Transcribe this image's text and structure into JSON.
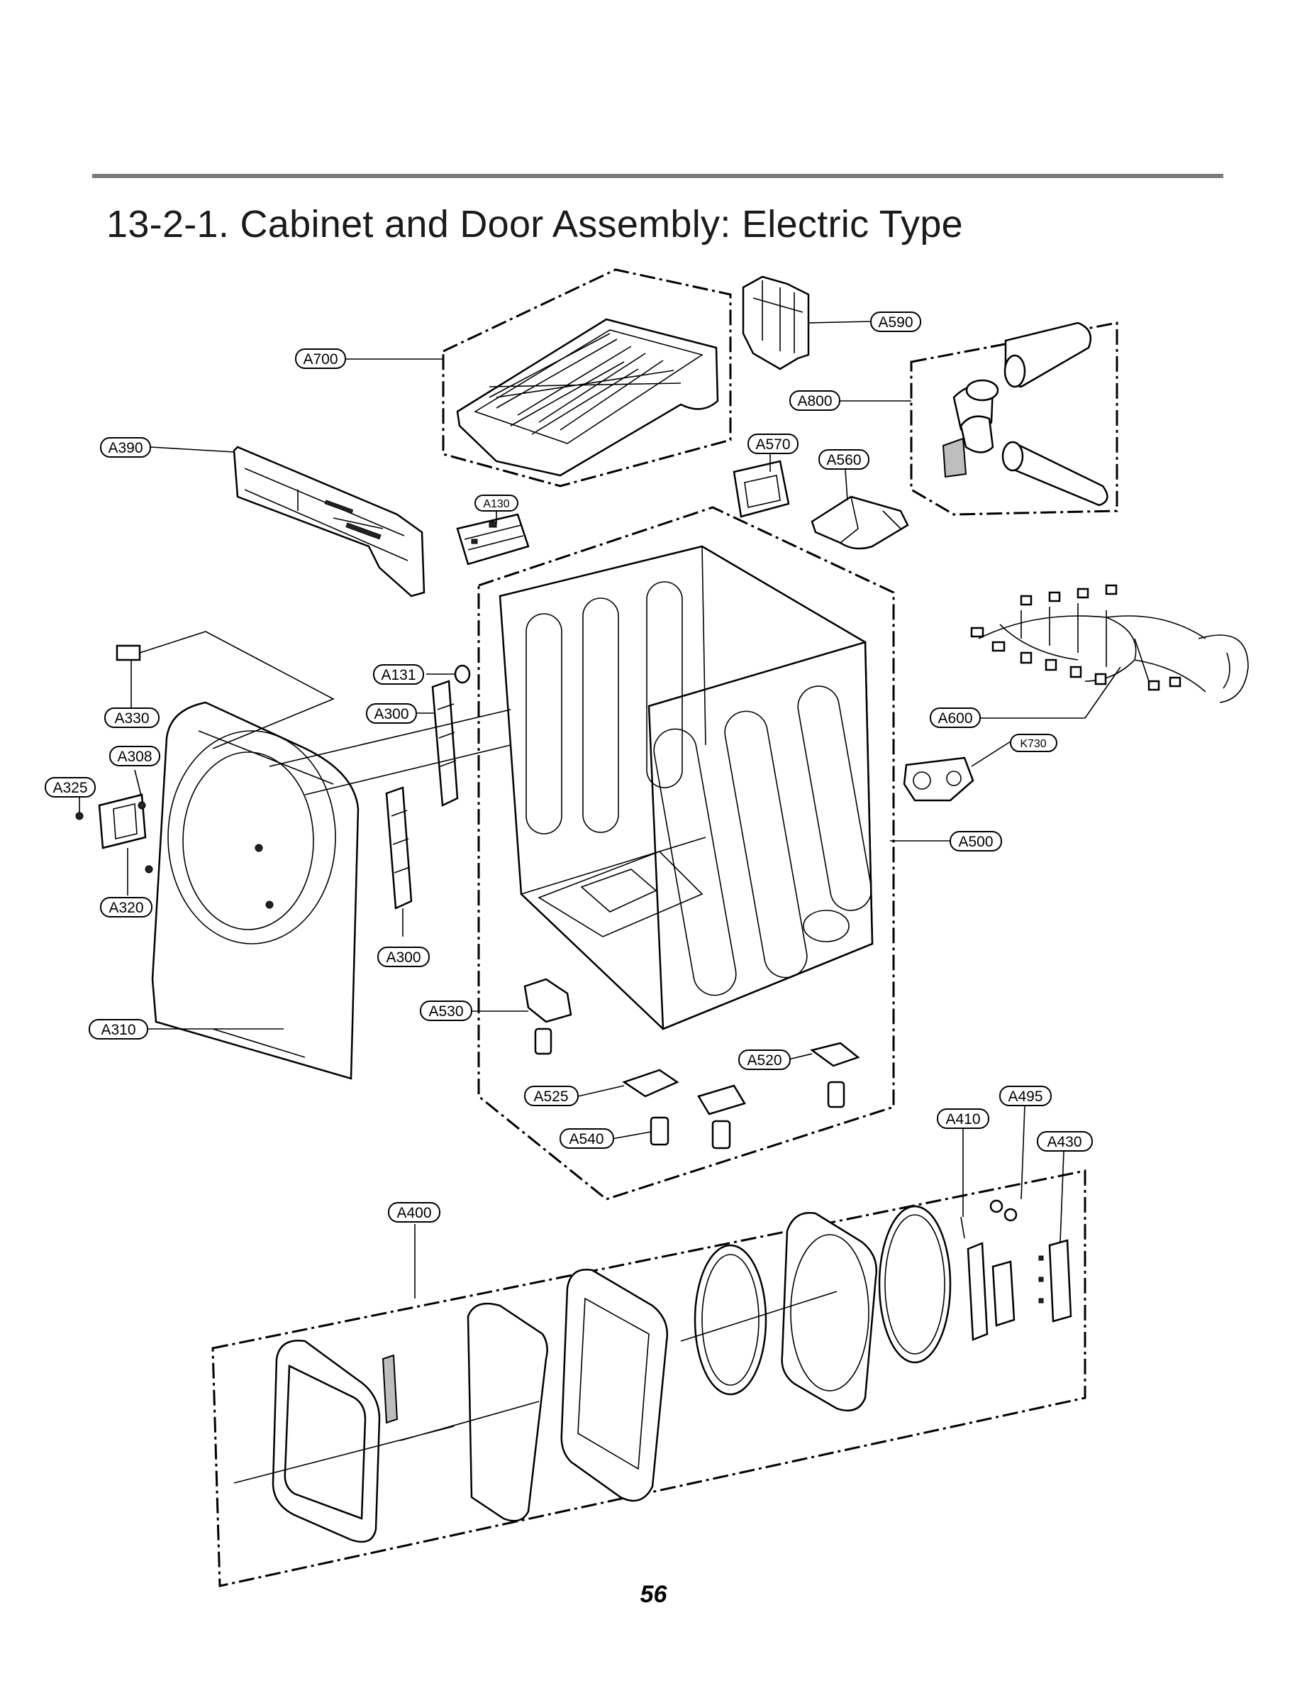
{
  "title": "13-2-1. Cabinet and Door Assembly: Electric Type",
  "page_number": "56",
  "labels": {
    "A590": "A590",
    "A700": "A700",
    "A800": "A800",
    "A390": "A390",
    "A570": "A570",
    "A560": "A560",
    "A130": "A130",
    "A131": "A131",
    "A330": "A330",
    "A300_top": "A300",
    "A600": "A600",
    "K730": "K730",
    "A308": "A308",
    "A325": "A325",
    "A500": "A500",
    "A320": "A320",
    "A300_bottom": "A300",
    "A530": "A530",
    "A310": "A310",
    "A520": "A520",
    "A525": "A525",
    "A495": "A495",
    "A410": "A410",
    "A540": "A540",
    "A430": "A430",
    "A400": "A400"
  }
}
